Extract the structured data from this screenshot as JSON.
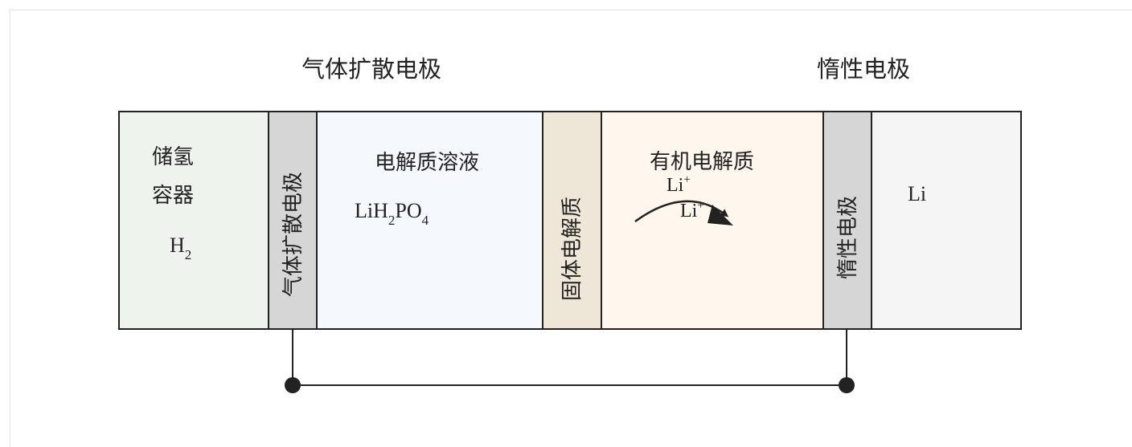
{
  "labels": {
    "gas_diffusion_electrode_top": "气体扩散电极",
    "inert_electrode_top": "惰性电极"
  },
  "compartments": {
    "hydrogen_storage": {
      "line1": "储氢",
      "line2": "容器",
      "species": "H",
      "species_sub": "2"
    },
    "gas_diffusion_electrode": {
      "label": "气体扩散电极"
    },
    "electrolyte_solution": {
      "label": "电解质溶液",
      "formula_li_h": "LiH",
      "formula_sub1": "2",
      "formula_po": "PO",
      "formula_sub2": "4"
    },
    "solid_electrolyte": {
      "label": "固体电解质"
    },
    "organic_electrolyte": {
      "label": "有机电解质",
      "ion_1": "Li",
      "ion_1_sup": "+",
      "ion_2": "Li",
      "ion_2_sup": "+"
    },
    "inert_electrode": {
      "label": "惰性电极"
    },
    "lithium": {
      "label": "Li"
    }
  },
  "colors": {
    "hydrogen_storage_fill": "#eef3ee",
    "electrode_fill": "#d6d6d6",
    "electrolyte_solution_fill": "#f5f9fe",
    "solid_electrolyte_fill": "#eee6d6",
    "organic_electrolyte_fill": "#fff6ee",
    "lithium_fill": "#f5f5f5",
    "stroke": "#222222"
  }
}
